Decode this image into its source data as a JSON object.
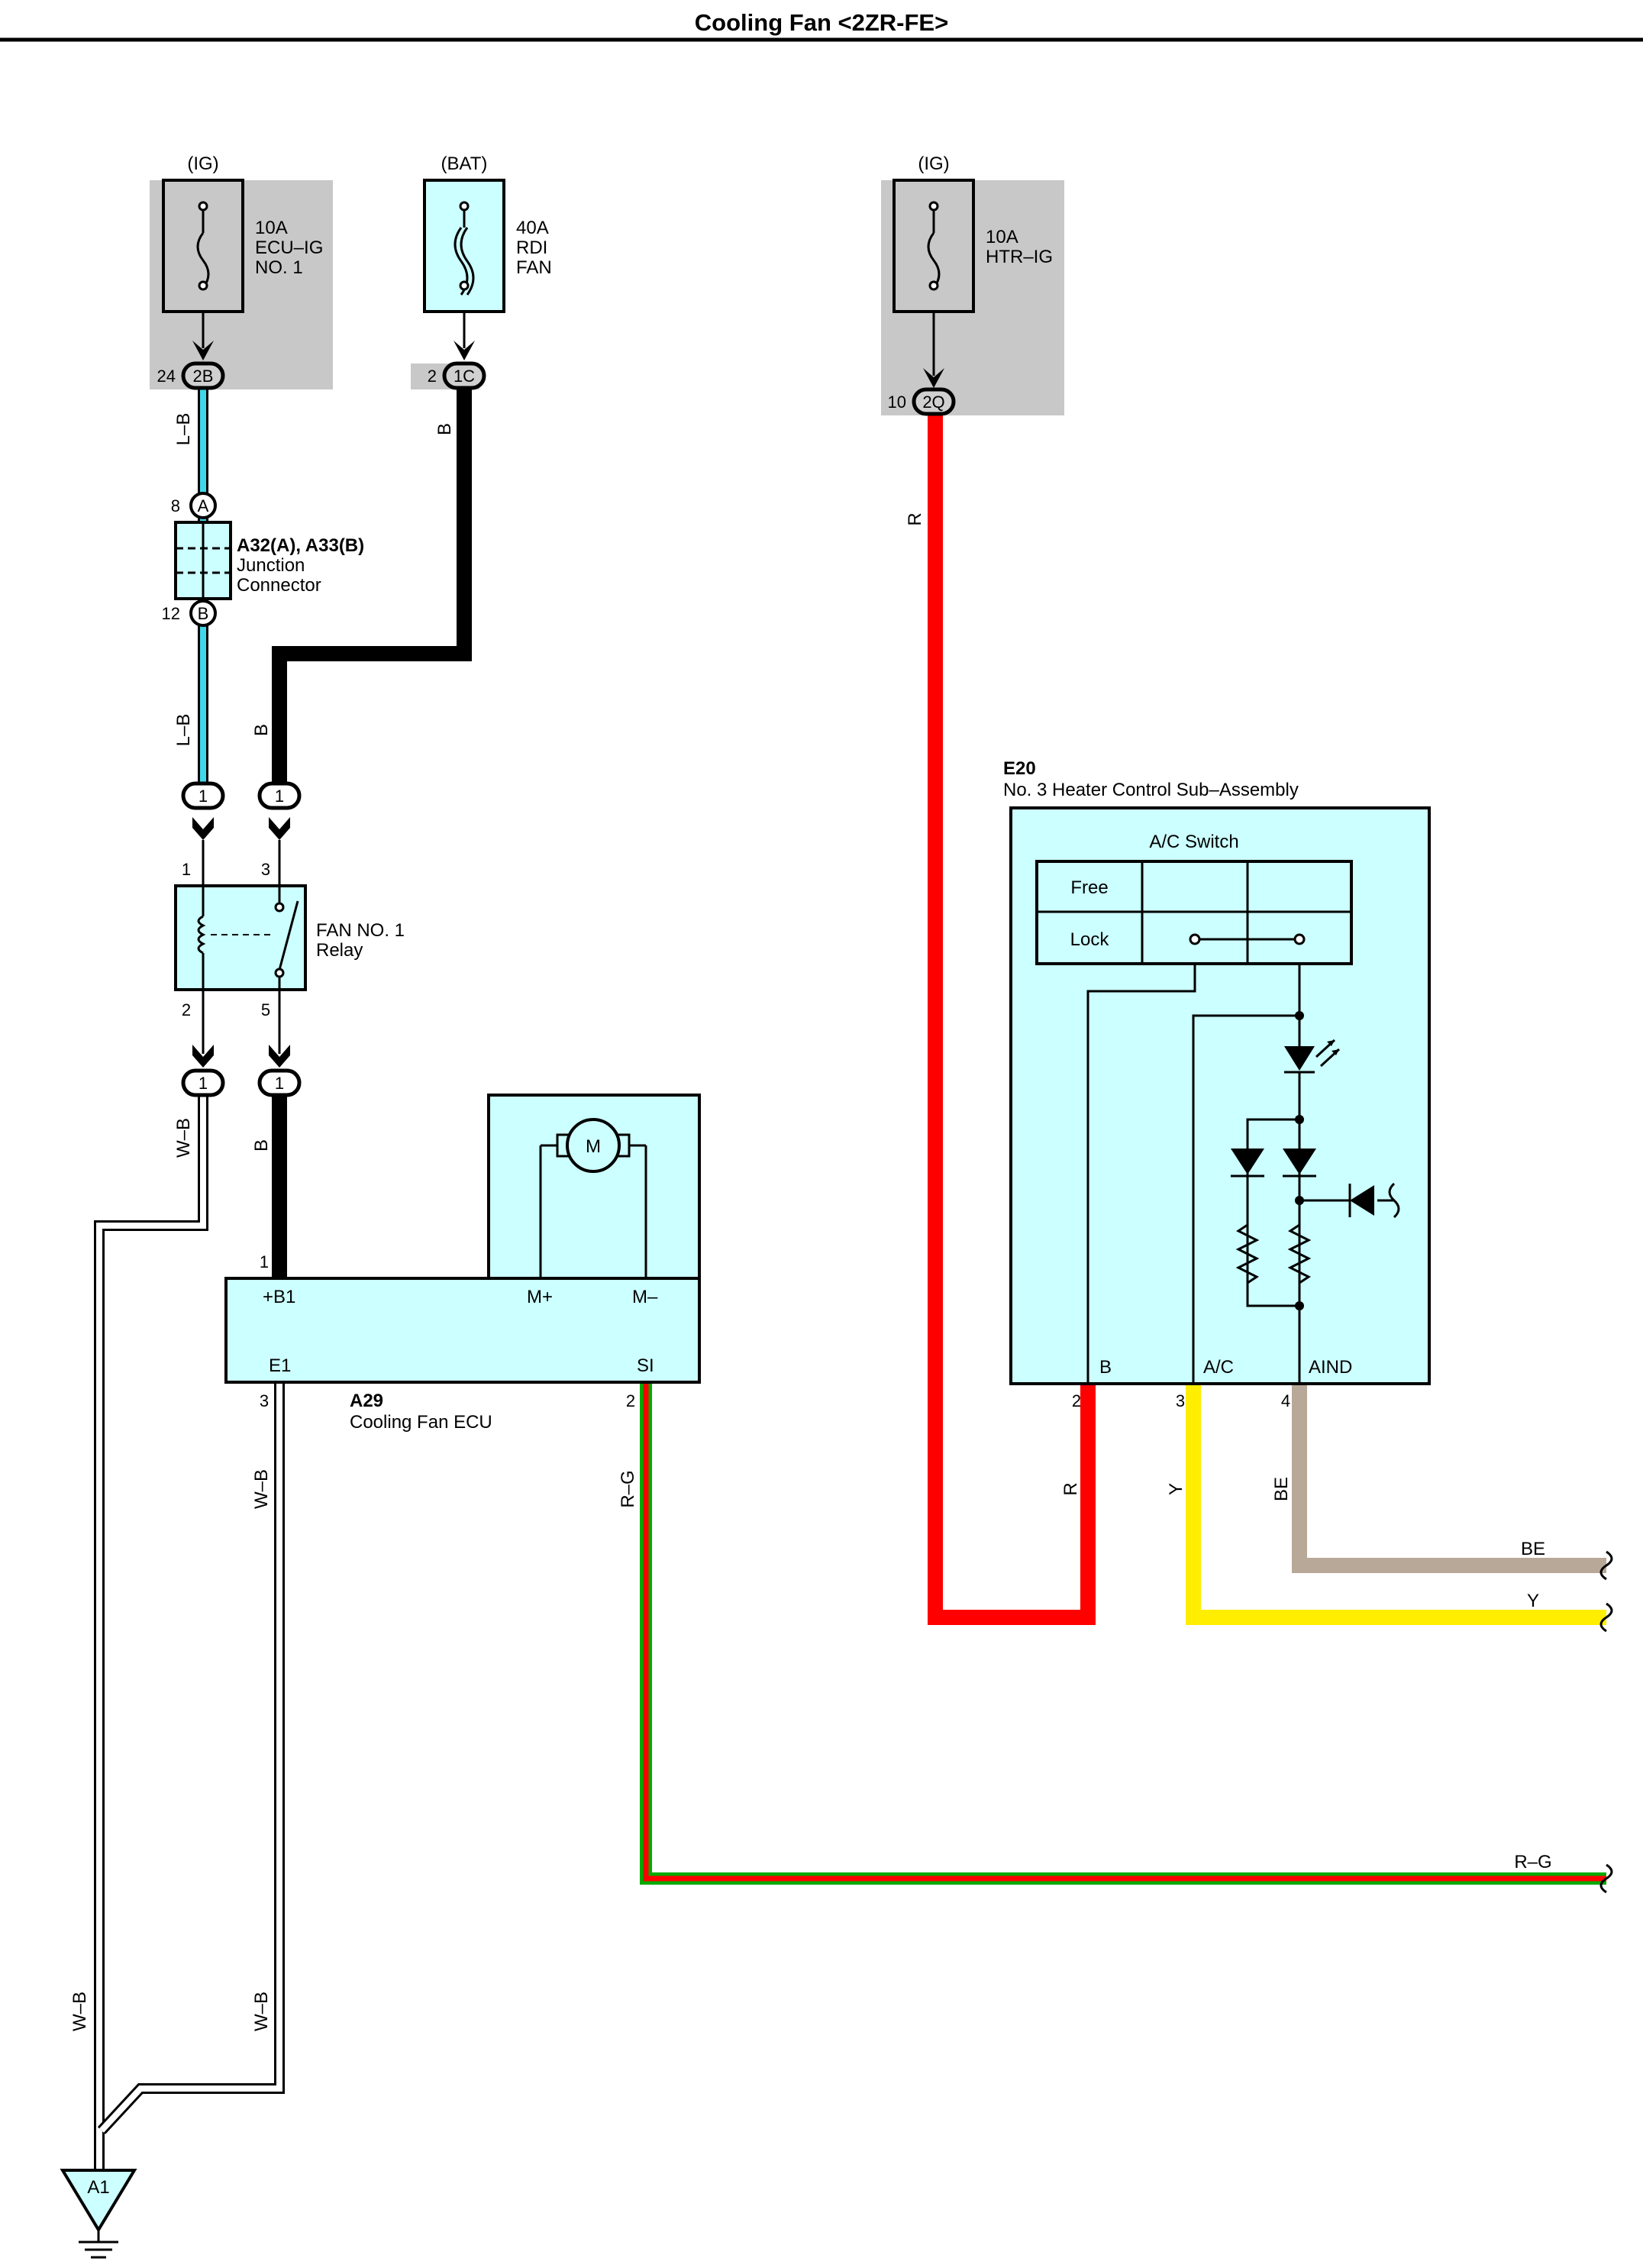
{
  "title": "Cooling Fan <2ZR-FE>",
  "colors": {
    "panel_fill": "#ccffff",
    "fuse_box_gray": "#c8c8c8",
    "light_blue": "#3fd7ea",
    "black": "#000000",
    "red": "#ff0000",
    "yellow": "#ffee00",
    "beige": "#b8a898",
    "green": "#00aa00"
  },
  "fuses": [
    {
      "supply": "(IG)",
      "rating": "10A",
      "name1": "ECU–IG",
      "name2": "NO. 1",
      "pin": "24",
      "connector": "2B"
    },
    {
      "supply": "(BAT)",
      "rating": "40A",
      "name1": "RDI",
      "name2": "FAN",
      "pin": "2",
      "connector": "1C"
    },
    {
      "supply": "(IG)",
      "rating": "10A",
      "name1": "HTR–IG",
      "name2": "",
      "pin": "10",
      "connector": "2Q"
    }
  ],
  "junction": {
    "code": "A32(A), A33(B)",
    "name1": "Junction",
    "name2": "Connector",
    "pin_a": "8",
    "pin_a_letter": "A",
    "pin_b": "12",
    "pin_b_letter": "B"
  },
  "relay": {
    "name1": "FAN NO. 1",
    "name2": "Relay",
    "pin1": "1",
    "pin3": "3",
    "pin2": "2",
    "pin5": "5",
    "connector_number": "1"
  },
  "ecu": {
    "code": "A29",
    "name": "Cooling Fan ECU",
    "terminal_b1": "+B1",
    "terminal_mplus": "M+",
    "terminal_mminus": "M–",
    "terminal_e1": "E1",
    "terminal_si": "SI",
    "pin_b1": "1",
    "pin_e1": "3",
    "pin_si": "2",
    "motor": "M"
  },
  "heater": {
    "code": "E20",
    "name": "No. 3 Heater Control Sub–Assembly",
    "switch_label": "A/C Switch",
    "row_free": "Free",
    "row_lock": "Lock",
    "terminal_b": "B",
    "terminal_ac": "A/C",
    "terminal_aind": "AIND",
    "pin_b": "2",
    "pin_ac": "3",
    "pin_aind": "4"
  },
  "wires": {
    "lb": "L–B",
    "b": "B",
    "r": "R",
    "wb": "W–B",
    "rg": "R–G",
    "y": "Y",
    "be": "BE"
  },
  "ground": {
    "code": "A1"
  }
}
